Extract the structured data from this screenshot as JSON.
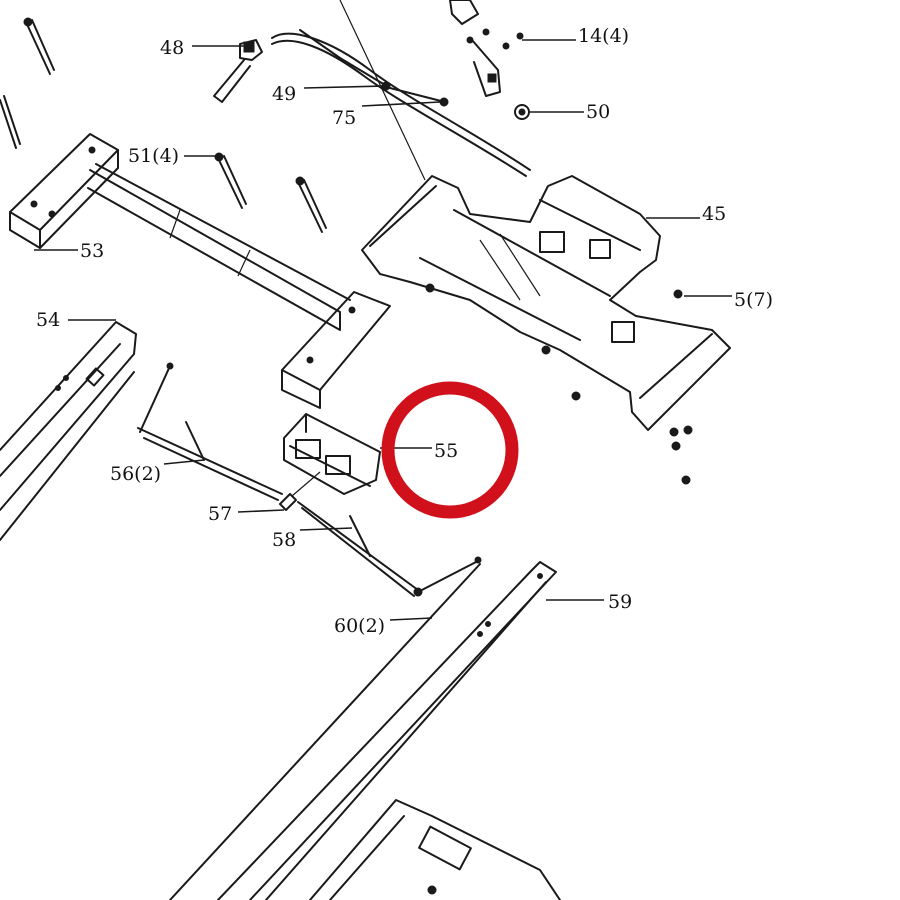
{
  "colors": {
    "highlight": "#d0101b",
    "ink": "#1a1a1a",
    "background": "#ffffff"
  },
  "highlighted_part": "55",
  "callouts": {
    "c48": "48",
    "c49": "49",
    "c75": "75",
    "c14": "14(4)",
    "c50": "50",
    "c51": "51(4)",
    "c53": "53",
    "c45": "45",
    "c5": "5(7)",
    "c54": "54",
    "c55": "55",
    "c56": "56(2)",
    "c57": "57",
    "c58": "58",
    "c59": "59",
    "c60": "60(2)"
  }
}
